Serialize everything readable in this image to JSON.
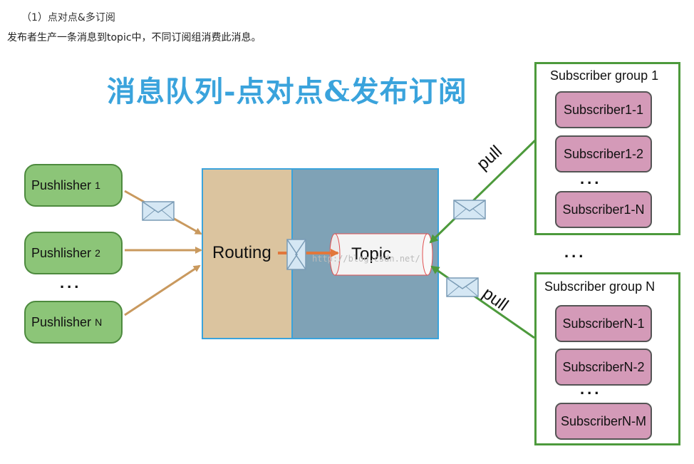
{
  "heading": "（1）点对点&多订阅",
  "subtitle": "发布者生产一条消息到topic中，不同订阅组消费此消息。",
  "diagram": {
    "title": "消息队列-点对点&发布订阅",
    "publishers": [
      {
        "name": "Pushlisher",
        "suffix": "1"
      },
      {
        "name": "Pushlisher",
        "suffix": "2"
      },
      {
        "name": "Pushlisher",
        "suffix": "N"
      }
    ],
    "publishers_ellipsis": "...",
    "routing_label": "Routing",
    "topic_label": "Topic",
    "watermark": "http://blog.csdn.net/",
    "pull_labels": [
      "pull",
      "pull"
    ],
    "groups_ellipsis": "...",
    "subscriber_groups": [
      {
        "label": "Subscriber group 1",
        "subscribers": [
          "Subscriber1-1",
          "Subscriber1-2",
          "Subscriber1-N"
        ],
        "ellipsis": "..."
      },
      {
        "label": "Subscriber group N",
        "subscribers": [
          "SubscriberN-1",
          "SubscriberN-2",
          "SubscriberN-M"
        ],
        "ellipsis": "..."
      }
    ],
    "colors": {
      "title": "#3aa3dc",
      "publisher_fill": "#8cc578",
      "routing_fill": "#dbc49f",
      "queue_fill": "#7fa2b6",
      "box_border": "#3aa3dc",
      "subscriber_fill": "#d49ab8",
      "group_border": "#4d9a3c",
      "arrow_tan": "#c9995e",
      "arrow_orange": "#e2773b"
    }
  }
}
